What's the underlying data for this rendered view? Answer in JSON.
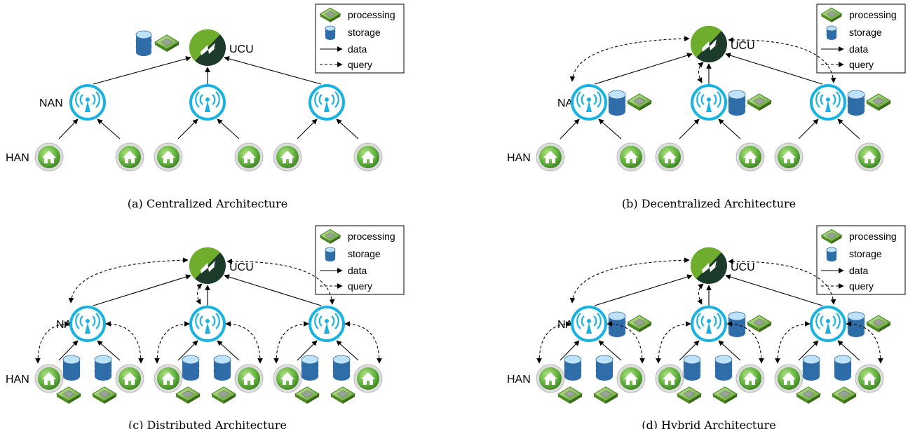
{
  "labels": {
    "ucu": "UCU",
    "nan": "NAN",
    "han": "HAN"
  },
  "legend": [
    {
      "icon": "processing-chip-icon",
      "text": "processing"
    },
    {
      "icon": "storage-database-icon",
      "text": "storage"
    },
    {
      "icon": "solid-arrow-icon",
      "text": "data"
    },
    {
      "icon": "dashed-arrow-icon",
      "text": "query"
    }
  ],
  "panels": [
    {
      "id": "a",
      "caption": "(a) Centralized Architecture"
    },
    {
      "id": "b",
      "caption": "(b) Decentralized Architecture"
    },
    {
      "id": "c",
      "caption": "(c) Distributed Architecture"
    },
    {
      "id": "d",
      "caption": "(d) Hybrid Architecture"
    }
  ],
  "colors": {
    "ucu_dark": "#1d3b2a",
    "ucu_light": "#6fae2d",
    "nan_blue": "#1ab2e0",
    "han_green": "#62b33f",
    "db_blue": "#3a86c6",
    "chip_green": "#8fcf55"
  }
}
